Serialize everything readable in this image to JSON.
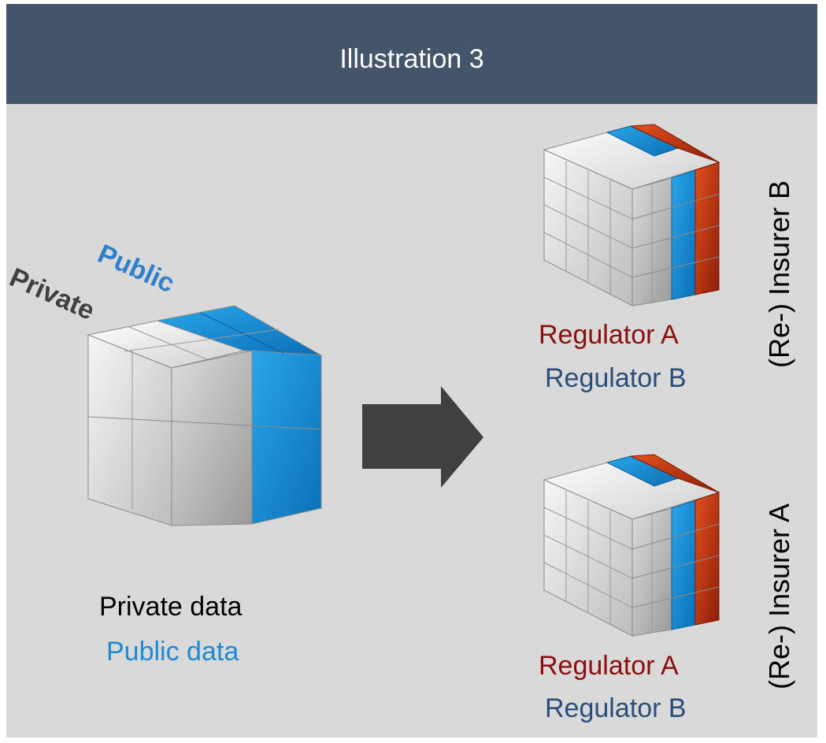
{
  "header": {
    "title": "Illustration 3"
  },
  "source_cube": {
    "top_labels": {
      "private": "Private",
      "public": "Public"
    },
    "legend": {
      "private": "Private data",
      "public": "Public data"
    }
  },
  "targets": [
    {
      "name": "(Re-) Insurer B",
      "regulators": [
        "Regulator A",
        "Regulator B"
      ]
    },
    {
      "name": "(Re-) Insurer A",
      "regulators": [
        "Regulator A",
        "Regulator B"
      ]
    }
  ],
  "colors": {
    "header": "#44546a",
    "background": "#d9d9d9",
    "public": "#1f8ad4",
    "regulator_a": "#8b0f0f",
    "regulator_b": "#2b4e78",
    "arrow": "#404040"
  },
  "icons": {
    "arrow": "arrow-right-icon"
  }
}
